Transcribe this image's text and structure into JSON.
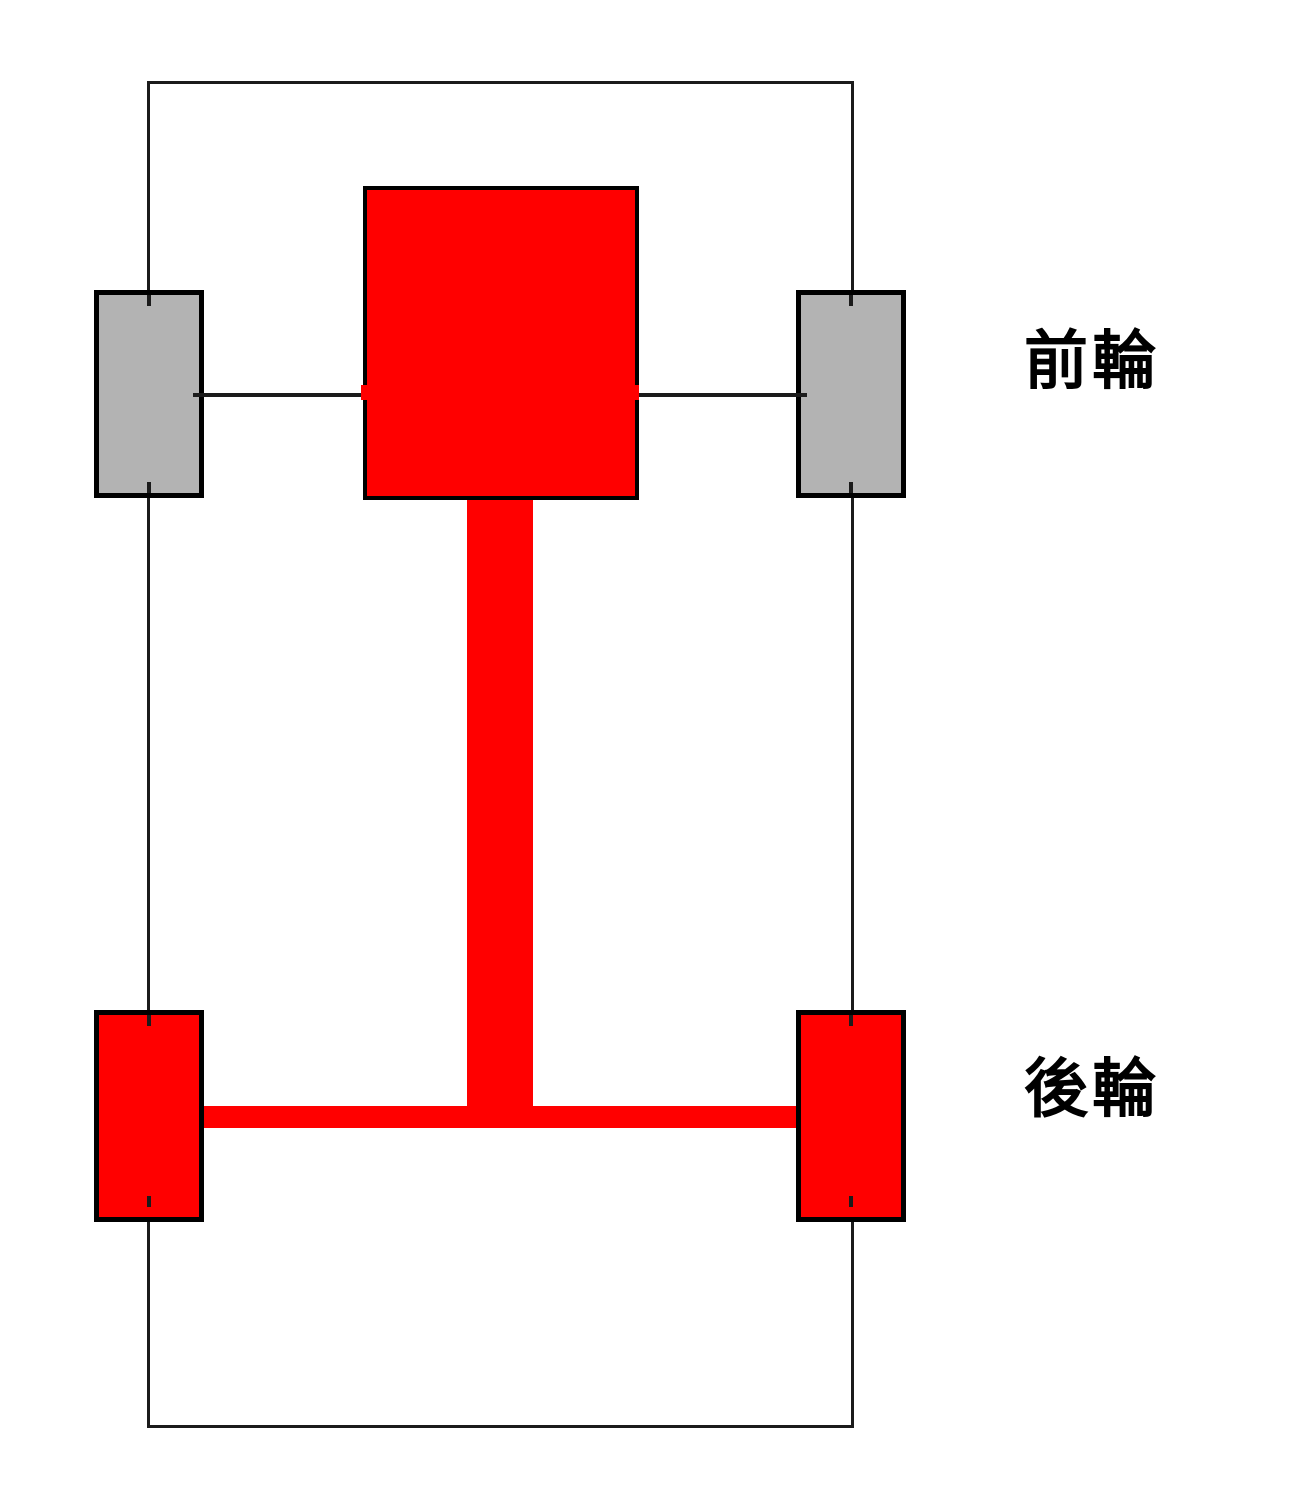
{
  "diagram": {
    "title_hint": "rear-wheel-drive drivetrain layout",
    "labels": {
      "front_wheel": "前輪",
      "rear_wheel": "後輪"
    },
    "components": {
      "engine": "engine-block",
      "driveshaft": "driveshaft",
      "rear_axle": "rear-axle",
      "front_axle": "front-axle-line",
      "body": "car-body-outline"
    }
  },
  "colors": {
    "red": "#ff0000",
    "gray": "#b3b3b3",
    "outline": "#000000",
    "line": "#1b1b1b",
    "background": "#ffffff"
  }
}
